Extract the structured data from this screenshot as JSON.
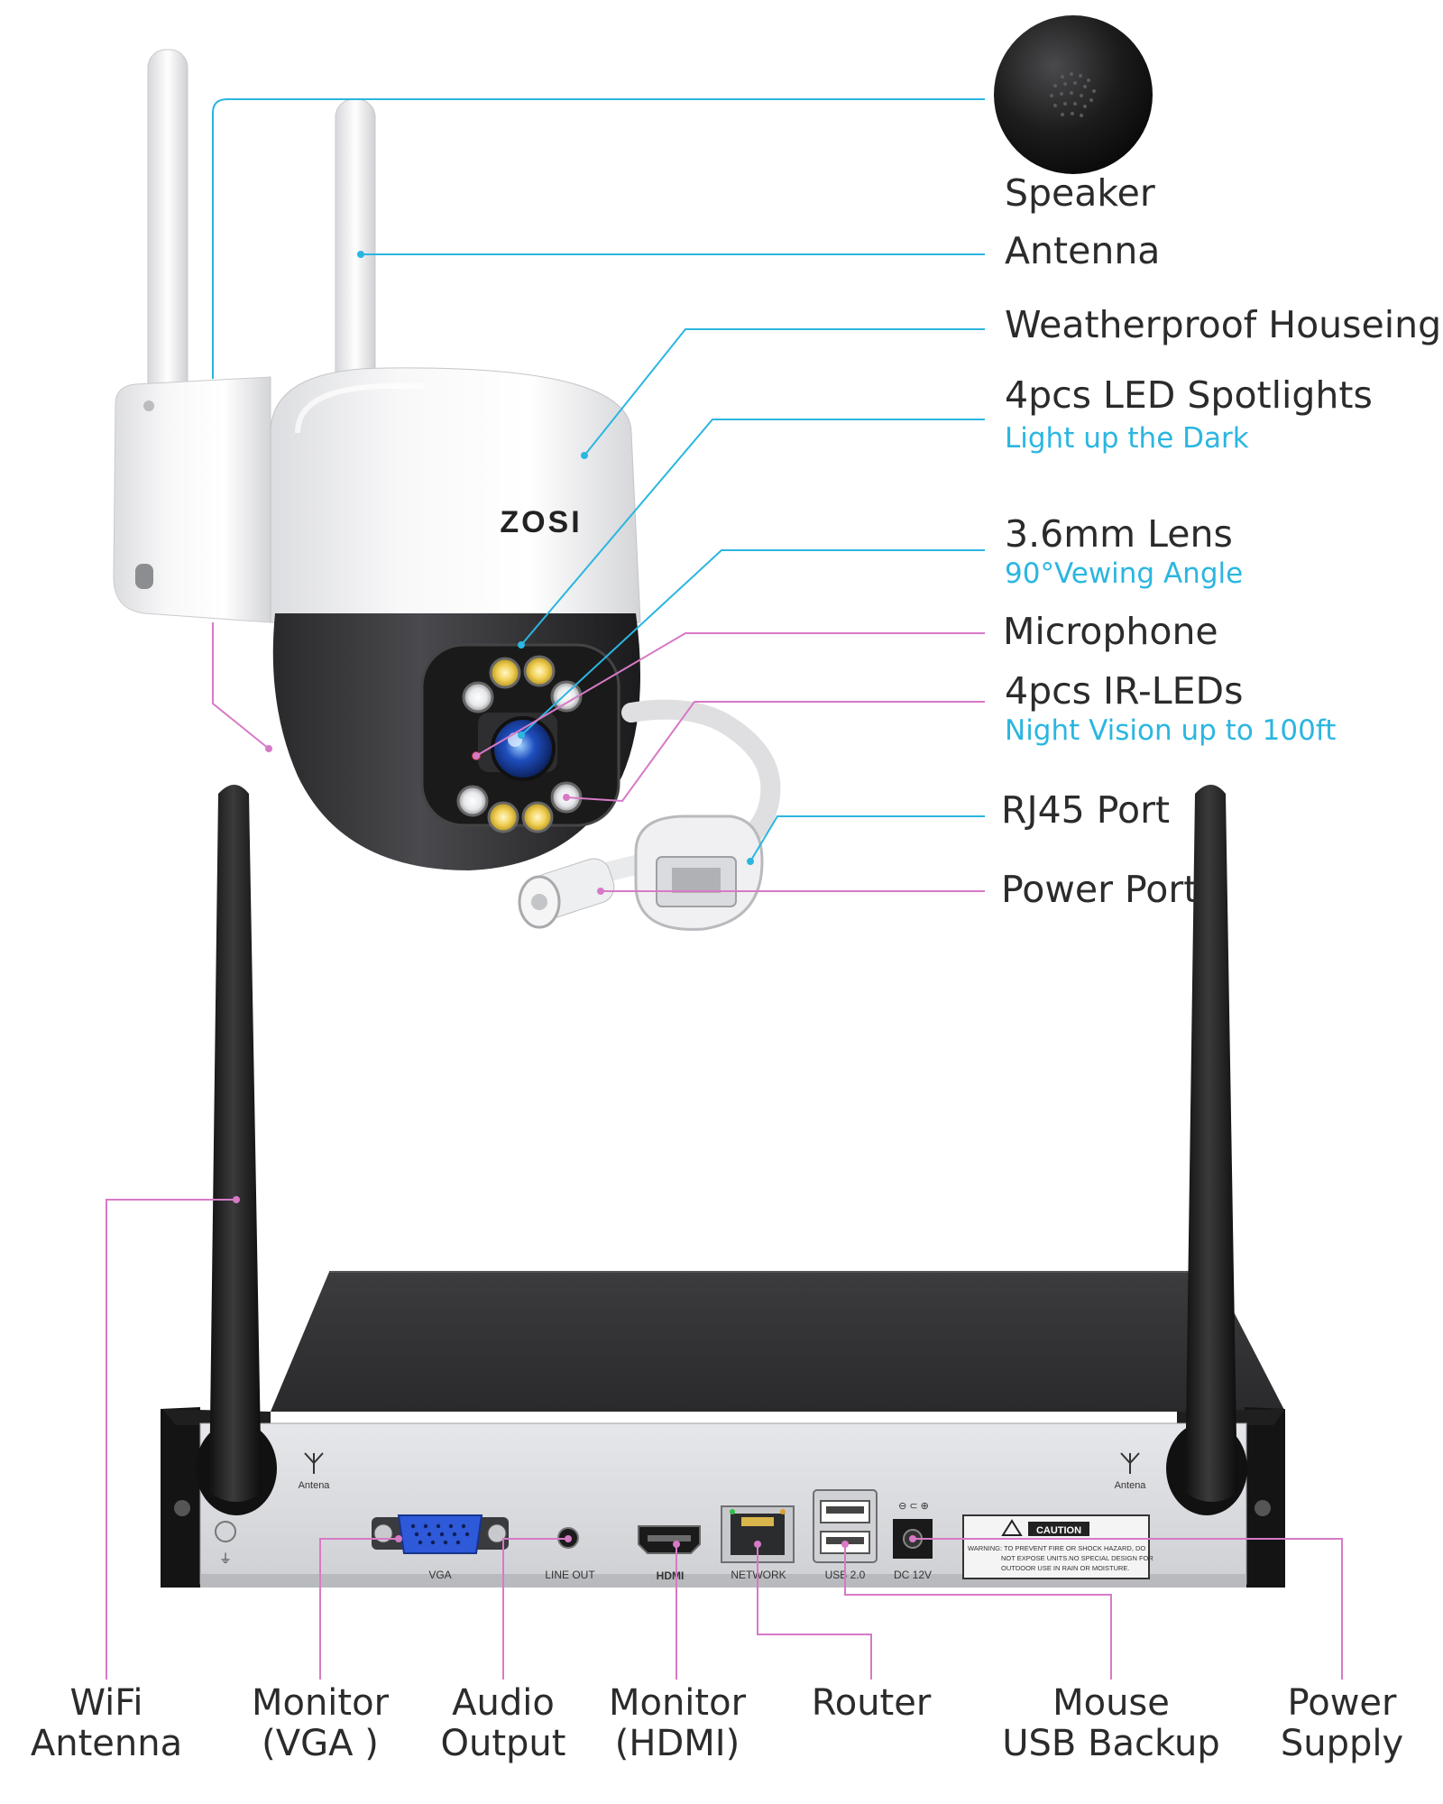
{
  "camera": {
    "brand": "ZOSI",
    "labels": {
      "speaker": "Speaker",
      "antenna": "Antenna",
      "housing": "Weatherproof Houseing",
      "led_title": "4pcs LED Spotlights",
      "led_sub": "Light up the Dark",
      "lens_title": "3.6mm Lens",
      "lens_sub": "90°Vewing Angle",
      "microphone": "Microphone",
      "ir_title": "4pcs IR-LEDs",
      "ir_sub": "Night Vision up to 100ft",
      "rj45": "RJ45 Port",
      "power_port": "Power Port"
    }
  },
  "nvr": {
    "panel": {
      "antenna_left": "Antena",
      "antenna_right": "Antena",
      "vga": "VGA",
      "line_out": "LINE OUT",
      "hdmi": "HDMI",
      "network": "NETWORK",
      "usb": "USB 2.0",
      "dc": "DC 12V",
      "caution_title": "CAUTION",
      "caution_line1": "WARNING: TO PREVENT FIRE OR SHOCK HAZARD, DO",
      "caution_line2": "NOT EXPOSE UNITS.NO SPECIAL DESIGN FOR",
      "caution_line3": "OUTDOOR USE IN RAIN OR MOISTURE."
    },
    "bottom_labels": {
      "wifi_1": "WiFi",
      "wifi_2": "Antenna",
      "vga_1": "Monitor",
      "vga_2": "(VGA )",
      "audio_1": "Audio",
      "audio_2": "Output",
      "hdmi_1": "Monitor",
      "hdmi_2": "(HDMI)",
      "router": "Router",
      "usb_1": "Mouse",
      "usb_2": "USB Backup",
      "power_1": "Power",
      "power_2": "Supply"
    }
  },
  "colors": {
    "cyan_line": "#2bb6e0",
    "pink_line": "#d77ac6",
    "text": "#2b2b2b"
  }
}
